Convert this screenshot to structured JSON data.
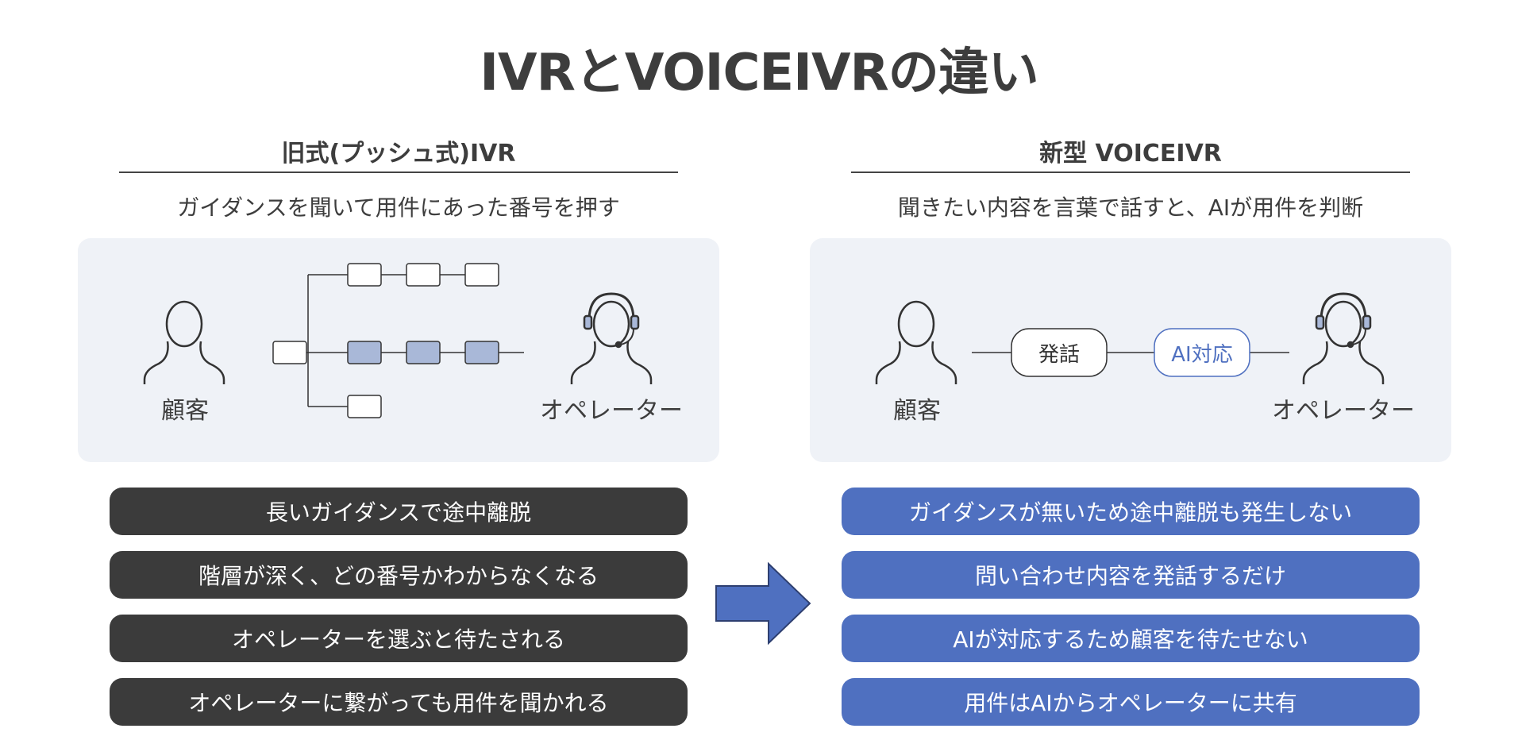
{
  "title": "IVRとVOICEIVRの違い",
  "left": {
    "heading": "旧式(プッシュ式)IVR",
    "subtitle": "ガイダンスを聞いて用件にあった番号を押す",
    "customer_label": "顧客",
    "operator_label": "オペレーター",
    "points": [
      "長いガイダンスで途中離脱",
      "階層が深く、どの番号かわからなくなる",
      "オペレーターを選ぶと待たされる",
      "オペレーターに繋がっても用件を聞かれる"
    ]
  },
  "right": {
    "heading": "新型 VOICEIVR",
    "subtitle": "聞きたい内容を言葉で話すと、AIが用件を判断",
    "customer_label": "顧客",
    "operator_label": "オペレーター",
    "node_speech": "発話",
    "node_ai": "AI対応",
    "points": [
      "ガイダンスが無いため途中離脱も発生しない",
      "問い合わせ内容を発話するだけ",
      "AIが対応するため顧客を待たせない",
      "用件はAIからオペレーターに共有"
    ]
  },
  "colors": {
    "dark": "#3b3b3b",
    "accent_blue": "#4f70c0",
    "node_fill_blue": "#a9b8d8",
    "panel_bg": "#eff2f7"
  }
}
